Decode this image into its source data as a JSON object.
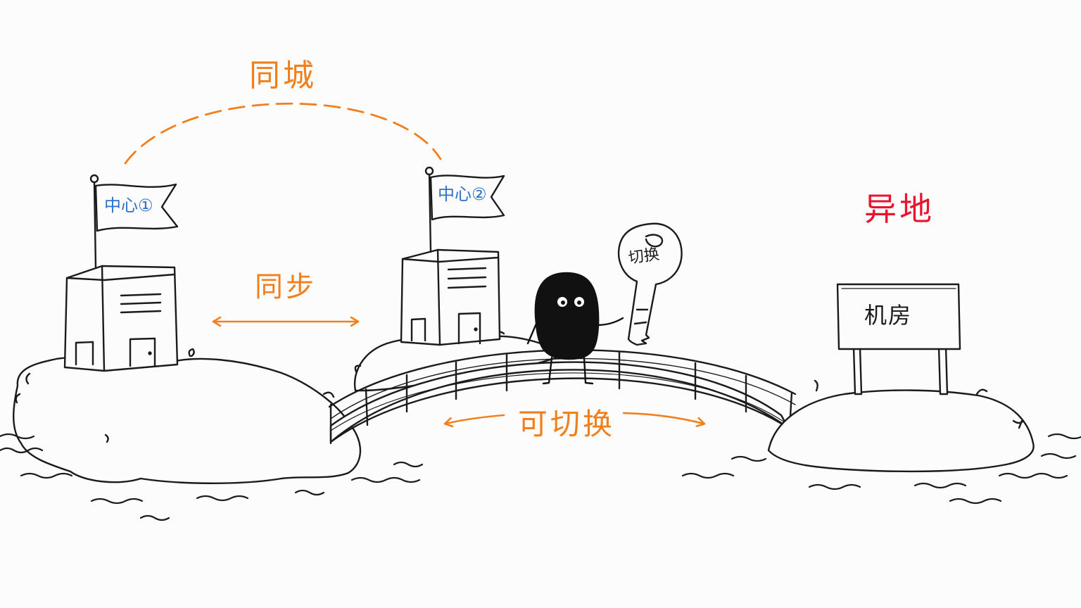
{
  "labels": {
    "same_city": "同城",
    "sync": "同步",
    "switchable": "可切换",
    "remote": "异地",
    "data_room": "机房",
    "key_text": "切换"
  },
  "flags": [
    {
      "text": "中心①"
    },
    {
      "text": "中心②"
    }
  ],
  "colors": {
    "orange": "#f07f1c",
    "red": "#e8152f",
    "blue": "#2d72c4",
    "ink": "#1b1b1b",
    "background": "#fcfcfc"
  },
  "icons": [
    "building-icon",
    "flag-icon",
    "key-icon",
    "bridge-icon",
    "sign-icon",
    "character-icon",
    "island-icon",
    "water-icon"
  ]
}
